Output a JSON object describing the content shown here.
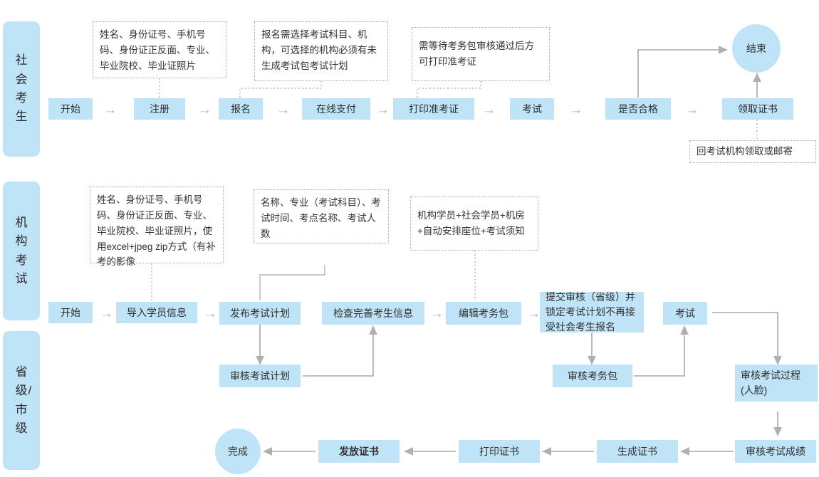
{
  "lanes": [
    {
      "id": "lane-social",
      "label": "社会考生"
    },
    {
      "id": "lane-institution",
      "label": "机构考试"
    },
    {
      "id": "lane-province",
      "label": "省级/市级"
    }
  ],
  "row_social": {
    "nodes": [
      {
        "id": "start",
        "label": "开始"
      },
      {
        "id": "register",
        "label": "注册"
      },
      {
        "id": "signup",
        "label": "报名"
      },
      {
        "id": "online-pay",
        "label": "在线支付"
      },
      {
        "id": "print-admission",
        "label": "打印准考证"
      },
      {
        "id": "exam",
        "label": "考试"
      },
      {
        "id": "is-qualified",
        "label": "是否合格"
      },
      {
        "id": "get-certificate",
        "label": "领取证书"
      }
    ],
    "end_circle": "结束",
    "notes": [
      {
        "id": "note-register",
        "text": "姓名、身份证号、手机号码、身份证正反面、专业、毕业院校、毕业证照片"
      },
      {
        "id": "note-signup",
        "text": "报名需选择考试科目、机构，可选择的机构必须有未生成考试包考试计划"
      },
      {
        "id": "note-print",
        "text": "需等待考务包审核通过后方可打印准考证"
      },
      {
        "id": "note-certificate",
        "text": "回考试机构领取或邮寄"
      }
    ]
  },
  "row_institution": {
    "nodes": [
      {
        "id": "inst-start",
        "label": "开始"
      },
      {
        "id": "import-students",
        "label": "导入学员信息"
      },
      {
        "id": "publish-plan",
        "label": "发布考试计划"
      },
      {
        "id": "check-candidate-info",
        "label": "检查完善考生信息"
      },
      {
        "id": "edit-exam-package",
        "label": "编辑考务包"
      },
      {
        "id": "submit-review-lock",
        "label": "提交审核（省级）并锁定考试计划不再接受社会考生报名"
      },
      {
        "id": "inst-exam",
        "label": "考试"
      }
    ],
    "notes": [
      {
        "id": "note-import",
        "text": "姓名、身份证号、手机号码、身份证正反面、专业、毕业院校、毕业证照片，使用excel+jpeg zip方式（有补考的影像"
      },
      {
        "id": "note-plan",
        "text": "名称、专业（考试科目）、考试时间、考点名称、考试人数"
      },
      {
        "id": "note-package",
        "text": "机构学员+社会学员+机房+自动安排座位+考试须知"
      }
    ]
  },
  "row_province": {
    "nodes": [
      {
        "id": "review-plan",
        "label": "审核考试计划"
      },
      {
        "id": "review-package",
        "label": "审核考务包"
      },
      {
        "id": "review-exam-process",
        "label": "审核考试过程(人脸)"
      },
      {
        "id": "review-score",
        "label": "审核考试成绩"
      },
      {
        "id": "generate-certificate",
        "label": "生成证书"
      },
      {
        "id": "print-certificate",
        "label": "打印证书"
      },
      {
        "id": "issue-certificate",
        "label": "发放证书"
      }
    ],
    "done_circle": "完成"
  },
  "colors": {
    "node_fill": "#bfe3f7",
    "lane_fill": "#bfe3f7",
    "arrow": "#b0b0b0",
    "note_border": "#a9a9a9",
    "text": "#2f2f2f"
  }
}
